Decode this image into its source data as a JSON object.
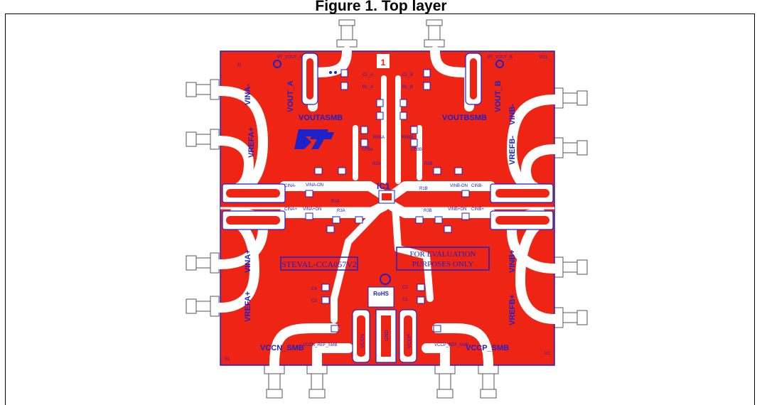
{
  "figure": {
    "title": "Figure 1. Top layer",
    "board_color": "#ee2415",
    "trace_color": "#ffffff",
    "silk_color": "#1e22c8"
  },
  "connectors": {
    "vouta": "VOUT_A",
    "voutb": "VOUT_B",
    "vina_minus": "VINA-",
    "vrefa_plus_top": "VREFA+",
    "vinb_minus": "VINB-",
    "vrefb_minus": "VREFB-",
    "vina_plus": "VINA+",
    "vrefa_plus_bottom": "VREFA+",
    "vinb_plus": "VINB+",
    "vrefb_plus": "VREFB+",
    "voutasmb": "VOUTASMB",
    "voutbsmb": "VOUTBSMB",
    "vccn_smb": "VCCN_SMB",
    "vccp_smb": "VCCP_SMB",
    "vccn": "VCCN",
    "gnd": "GND",
    "vccp": "VCCP",
    "pt_vout_a": "PT_VOUT_A",
    "pt_vout_b": "PT_VOUT_B",
    "vccn_ref_smb": "VCCN_REF_SMB",
    "vccp_ref_smb": "VCCP_REF_SMB"
  },
  "components": {
    "ic1": "IC1",
    "r1a": "R1A",
    "r3a": "R3A",
    "r1b": "R1B",
    "r3b": "R3B",
    "r2a": "R2A",
    "r2b": "R2B",
    "c1": "C1",
    "c2": "C2",
    "c3": "C3",
    "c4": "C4",
    "cina_minus": "CINA-",
    "cina_plus": "CINA+",
    "cinb_minus": "CINB-",
    "cinb_plus": "CINB+",
    "cfba": "CFBA",
    "cfbb": "CFBB",
    "rfba": "RFBA",
    "rfbb": "RFBB",
    "rl_a": "RL_A",
    "rl_b": "RL_B",
    "cl_a": "CL_A",
    "cl_b": "CL_B",
    "vina_on": "VINA-ON",
    "vinb_on": "VINB-ON",
    "vina_plus_on": "VINA+ON",
    "vinb_plus_on": "VINB+ON"
  },
  "board": {
    "name": "STEVAL-CCA057V2",
    "notice_line1": "FOR EVALUATION",
    "notice_line2": "PURPOSES ONLY",
    "pin1_marker": "1",
    "rohs": "RoHS",
    "corner_tl": "J1",
    "corner_tr": "VG1",
    "corner_bl": "S1",
    "corner_br": "U1"
  }
}
